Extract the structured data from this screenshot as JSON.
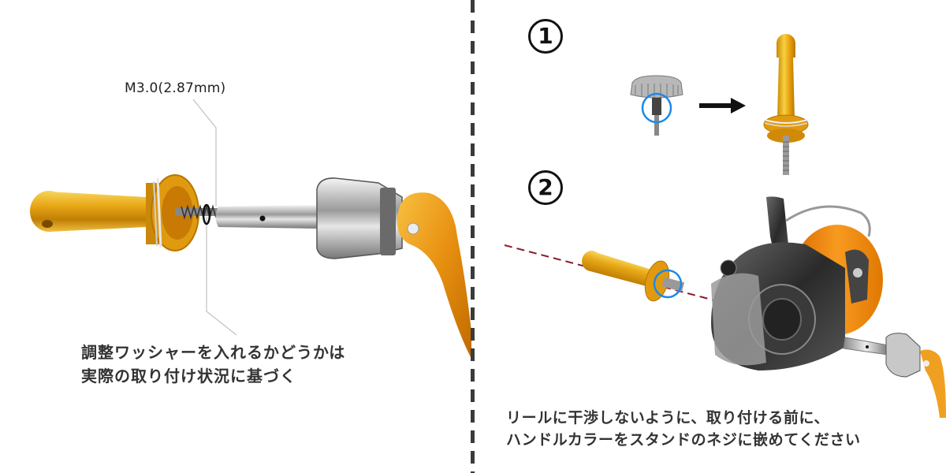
{
  "left_panel": {
    "spec_label": "M3.0(2.87mm)",
    "note_line1": "調整ワッシャーを入れるかどうかは",
    "note_line2": "実際の取り付け状況に基づく"
  },
  "right_panel": {
    "step1_number": "1",
    "step2_number": "2",
    "note_line1": "リールに干渉しないように、取り付ける前に、",
    "note_line2": "ハンドルカラーをスタンドのネジに嵌めてください"
  },
  "colors": {
    "gold": "#e0a21a",
    "gold_dark": "#b97a06",
    "orange_handle": "#f0a020",
    "silver": "#c8c8c8",
    "highlight_circle": "#1e88e5",
    "axis_dash": "#8b1a2b",
    "divider": "#3a3a3a"
  },
  "icons": {
    "arrow": "right-arrow-icon",
    "step_badges": "circled-number-icon"
  }
}
